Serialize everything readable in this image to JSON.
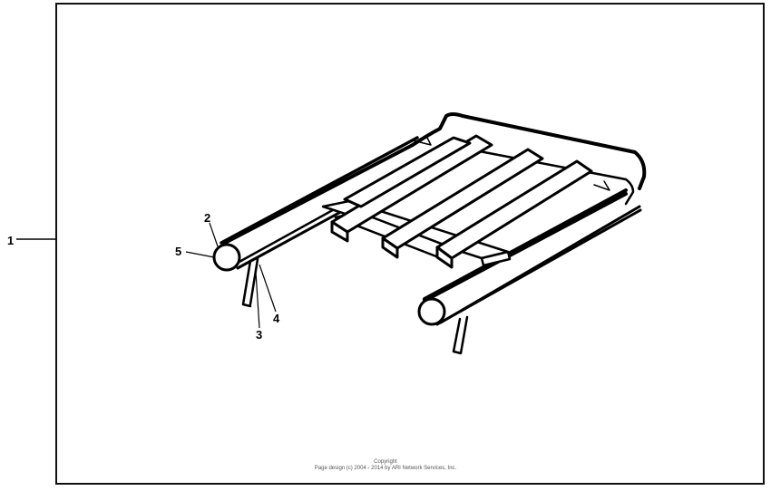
{
  "callouts": {
    "c1": "1",
    "c2": "2",
    "c3": "3",
    "c4": "4",
    "c5": "5"
  },
  "copyright": {
    "line1": "Copyright",
    "line2": "Page design (c) 2004 - 2014 by ARI Network Services, Inc."
  }
}
